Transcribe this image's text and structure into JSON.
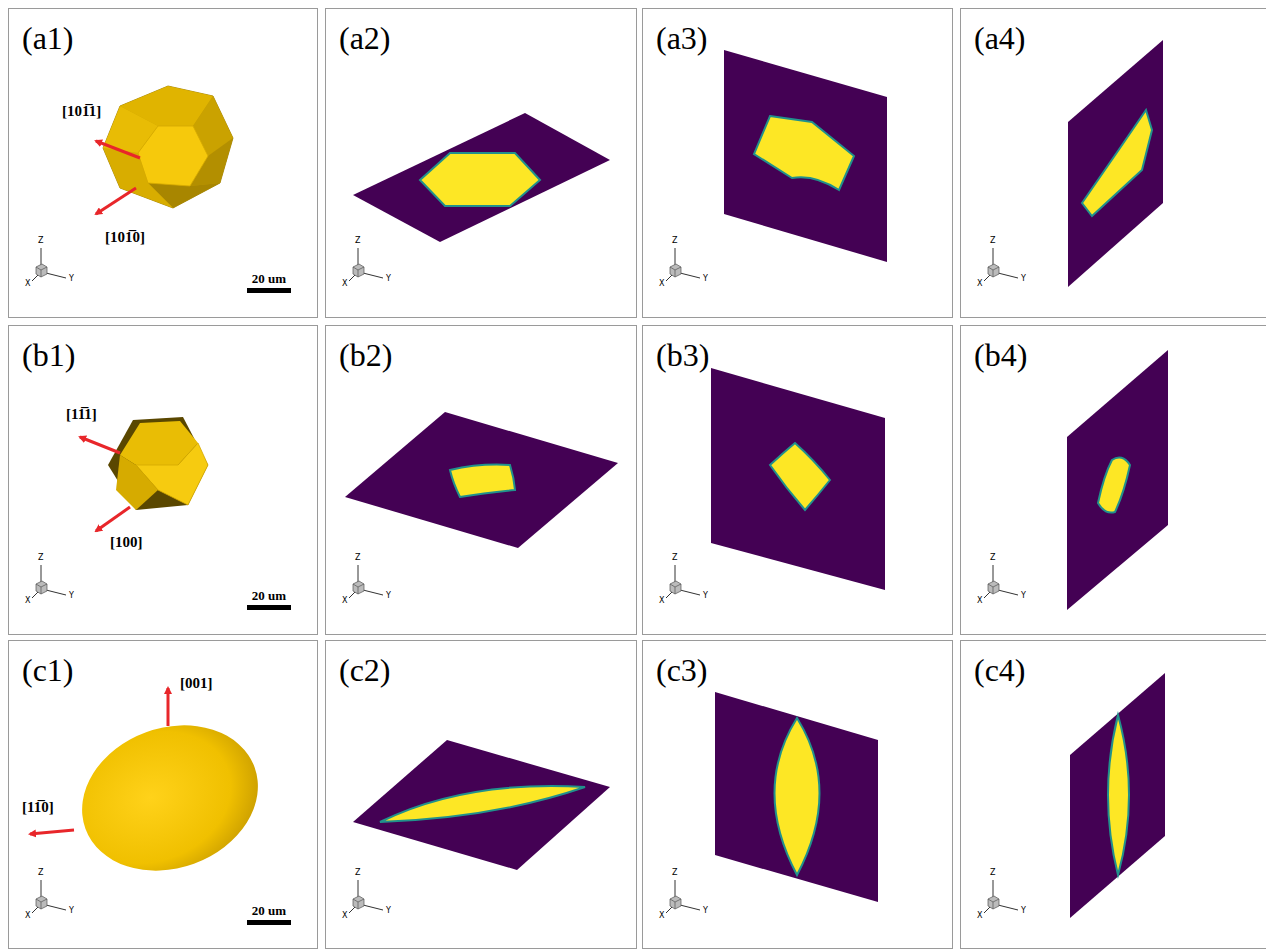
{
  "diagram": {
    "labels": [
      "(a1)",
      "[101̅1]",
      "[101̅0]",
      "Z",
      "X",
      "Y",
      "20 um",
      "(a2)",
      "Z",
      "X",
      "Y",
      "(a3)",
      "Z",
      "X",
      "Y",
      "(a4)",
      "Z",
      "X",
      "Y",
      "(b1)",
      "[11̅1]",
      "[100]",
      "Z",
      "X",
      "Y",
      "20 um",
      "(b2)",
      "Z",
      "X",
      "Y",
      "(b3)",
      "Z",
      "X",
      "Y",
      "(b4)",
      "Z",
      "X",
      "Y",
      "(c1)",
      "[001]",
      "[11̅0]",
      "Z",
      "X",
      "Y",
      "20 um",
      "(c2)",
      "Z",
      "X",
      "Y",
      "(c3)",
      "Z",
      "X",
      "Y",
      "(c4)",
      "Z",
      "X",
      "Y"
    ]
  }
}
